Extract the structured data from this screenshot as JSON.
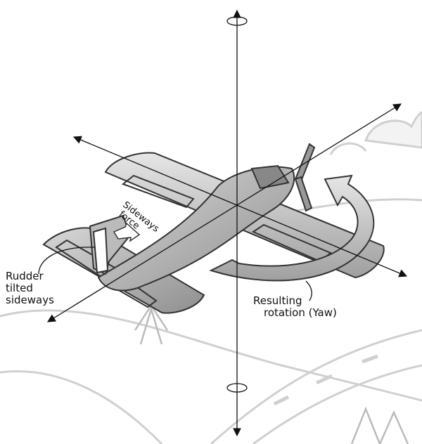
{
  "labels": {
    "sideways_force": [
      "Sideways",
      "force"
    ],
    "rudder": [
      "Rudder",
      "tilted",
      "sideways"
    ],
    "rotation": [
      "Resulting",
      "rotation (Yaw)"
    ]
  },
  "colors": {
    "plane": "#a8a8a8",
    "plane_light": "#d4d4d4",
    "background_lines": "#cfcfcf",
    "ink": "#111111"
  }
}
